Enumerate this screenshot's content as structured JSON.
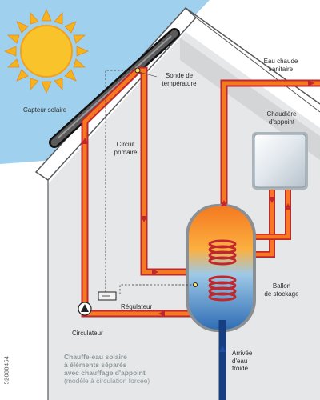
{
  "labels": {
    "collector": "Capteur solaire",
    "sensor": [
      "Sonde de",
      "température"
    ],
    "hot_water": [
      "Eau chaude",
      "sanitaire"
    ],
    "boiler": [
      "Chaudière",
      "d'appoint"
    ],
    "primary": [
      "Circuit",
      "primaire"
    ],
    "regulator": "Régulateur",
    "circulator": "Circulateur",
    "tank": [
      "Ballon",
      "de stockage"
    ],
    "cold_water": [
      "Arrivée",
      "d'eau",
      "froide"
    ]
  },
  "caption": {
    "lines": [
      "Chauffe-eau solaire",
      "à éléments séparés",
      "avec chauffage d'appoint"
    ],
    "subtitle": "(modèle à circulation forcée)"
  },
  "stock_id": "52088454",
  "colors": {
    "sky": "#9fd0ee",
    "house_wall": "#e6e7e8",
    "house_outline": "#58595b",
    "hot_pipe": "#f47920",
    "pipe_edge": "#c1272d",
    "cold_pipe": "#1f4fa3",
    "sun": "#f7b21c",
    "tank_hot": "#f7941d",
    "tank_cold": "#3b7fc4"
  },
  "icons": [
    "sun-icon",
    "collector-panel-icon",
    "pump-icon",
    "regulator-box-icon",
    "boiler-icon",
    "flow-arrow-icon"
  ]
}
